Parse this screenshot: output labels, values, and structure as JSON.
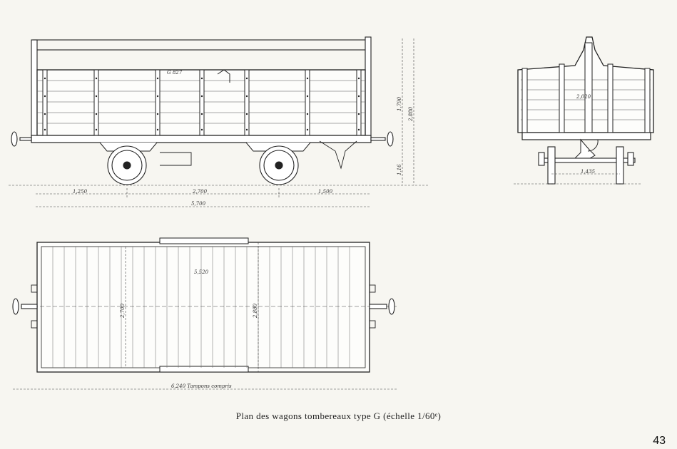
{
  "figure": {
    "caption": "Plan des wagons tombereaux type G (échelle 1/60ᵉ)",
    "page_number": "43"
  },
  "side_elevation": {
    "dims": {
      "left_overhang": "1,250",
      "wheelbase": "2,700",
      "right_overhang": "1,500",
      "overall_length": "5,700",
      "side_height": "1,790",
      "total_height": "2,880",
      "floor_height": "1,16",
      "marking": "G 827"
    }
  },
  "end_elevation": {
    "dims": {
      "inside_width": "2,020",
      "track_gauge": "1,435"
    }
  },
  "plan_view": {
    "dims": {
      "inside_length": "5,520",
      "inside_width": "2,700",
      "outside_width": "2,880",
      "buffer_length": "6,240 Tampons compris"
    }
  }
}
